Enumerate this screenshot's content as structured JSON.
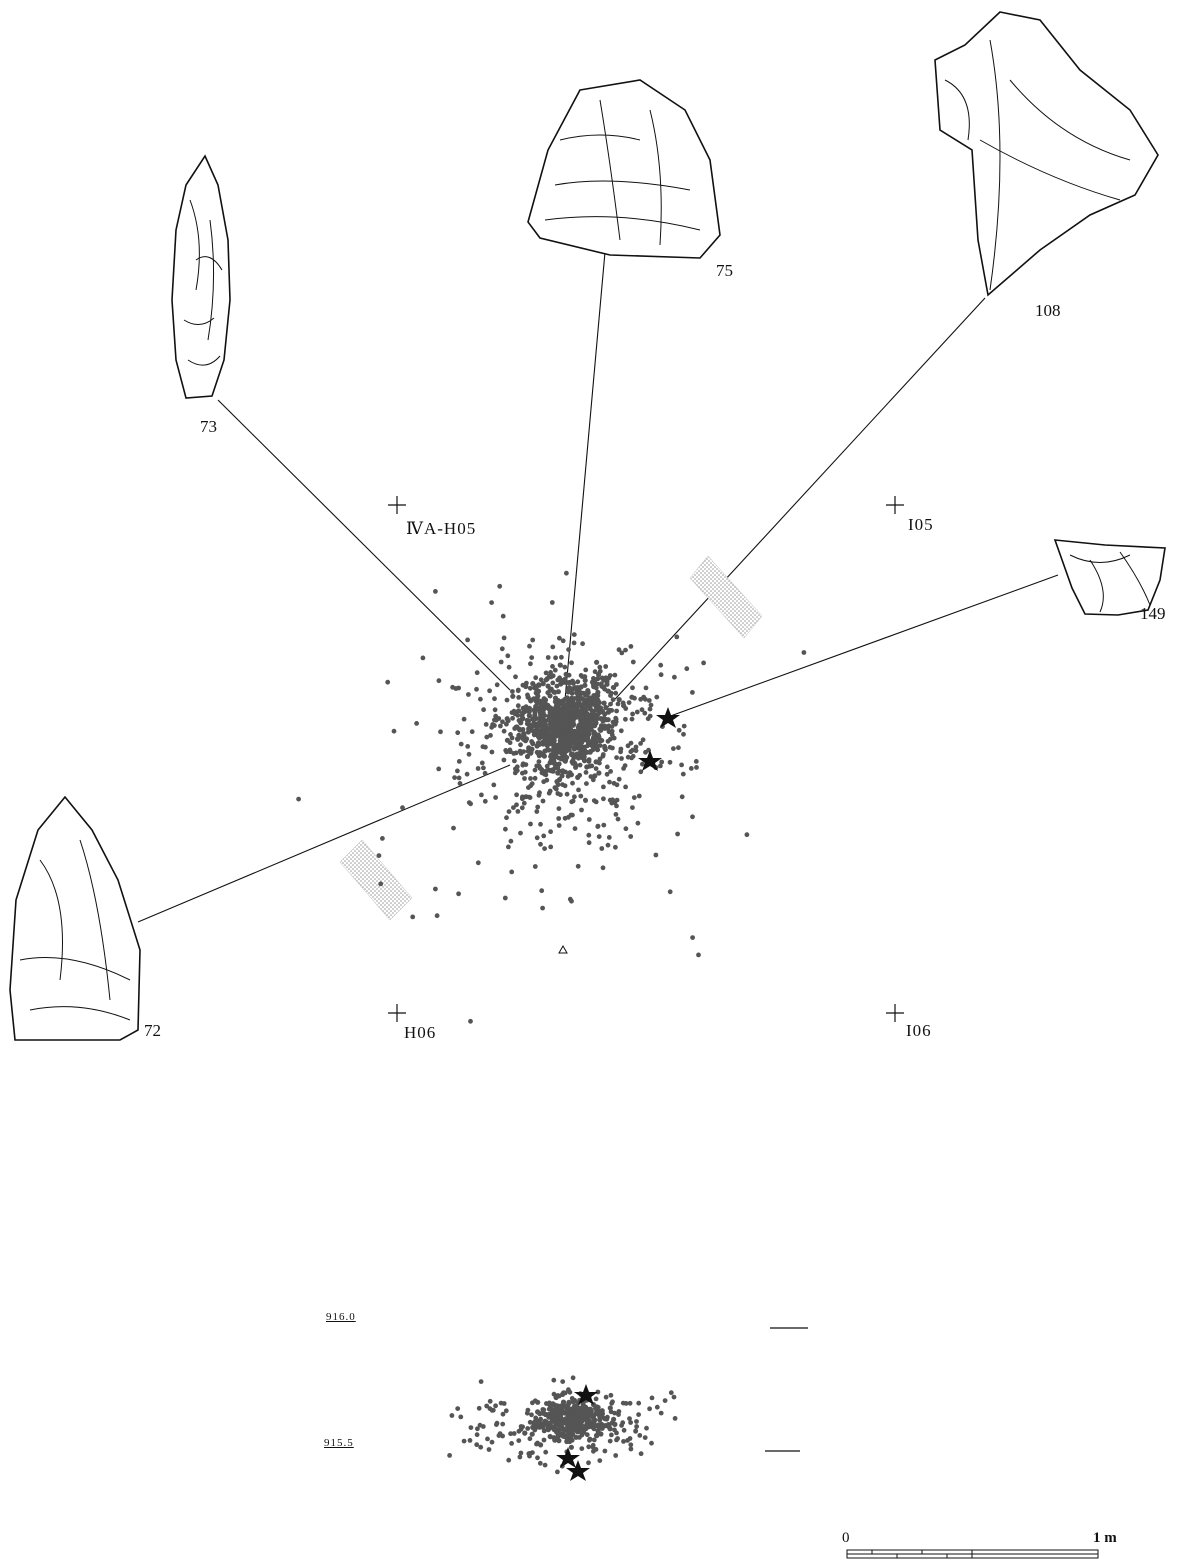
{
  "artifacts": [
    {
      "id": "73",
      "label": "73"
    },
    {
      "id": "75",
      "label": "75"
    },
    {
      "id": "108",
      "label": "108"
    },
    {
      "id": "149",
      "label": "149"
    },
    {
      "id": "72",
      "label": "72"
    }
  ],
  "grid_points": [
    {
      "id": "h05",
      "label": "ⅣA-H05"
    },
    {
      "id": "i05",
      "label": "I05"
    },
    {
      "id": "h06",
      "label": "H06"
    },
    {
      "id": "i06",
      "label": "I06"
    }
  ],
  "section": {
    "elevations": [
      "916.0",
      "915.5"
    ]
  },
  "scale_bar": {
    "start_label": "0",
    "end_label": "1 m"
  },
  "colors": {
    "ink": "#111111",
    "dot": "#555555",
    "stipple": "#9a9a9a"
  }
}
